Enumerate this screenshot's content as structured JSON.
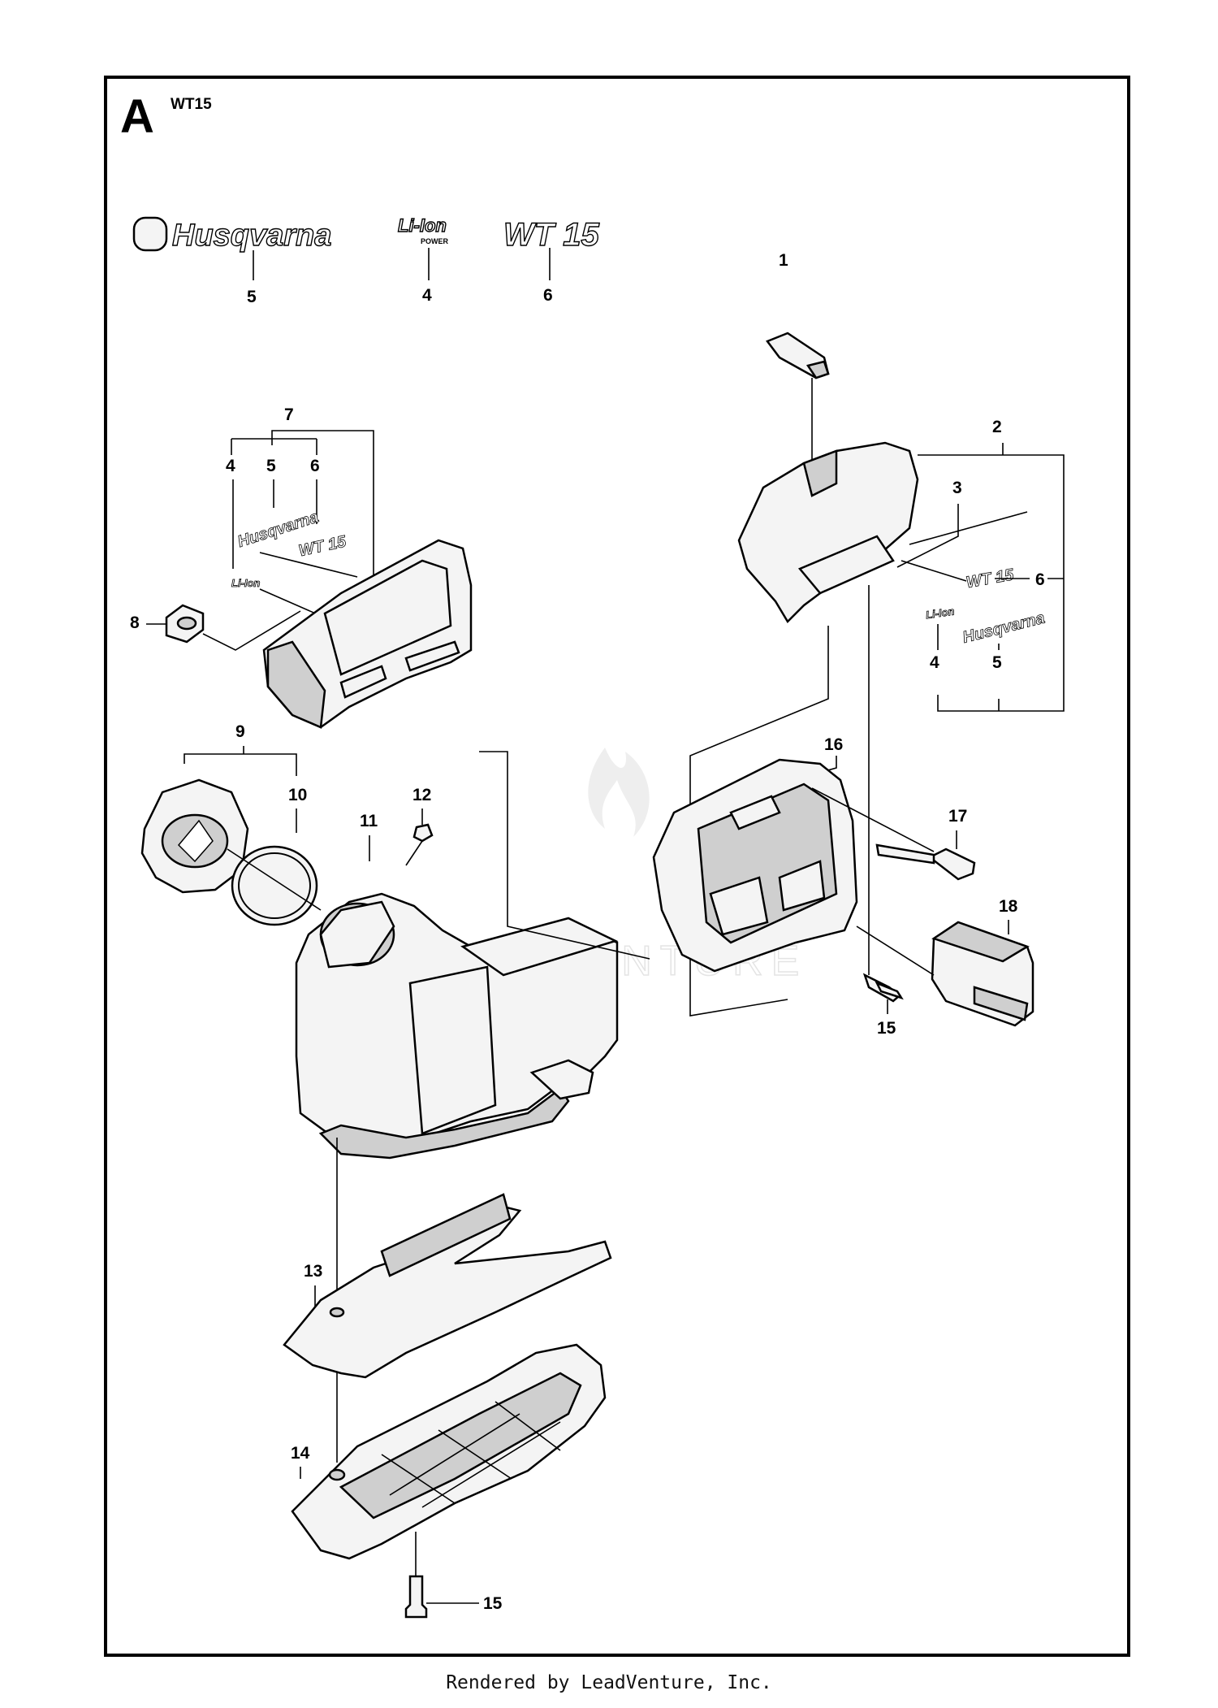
{
  "section_letter": "A",
  "model": "WT15",
  "footer": "Rendered by LeadVenture, Inc.",
  "watermark": "LEADVENTURE",
  "decals": {
    "brand": "Husqvarna",
    "battery_line1": "Li-Ion",
    "battery_line2": "POWER",
    "model_badge": "WT 15",
    "small_li": "Li-Ion"
  },
  "callouts": [
    "1",
    "2",
    "3",
    "4",
    "5",
    "6",
    "7",
    "8",
    "9",
    "10",
    "11",
    "12",
    "13",
    "14",
    "15",
    "16",
    "17",
    "18"
  ],
  "callout_repeats": {
    "top_4": "4",
    "top_5": "5",
    "top_6": "6",
    "left_4": "4",
    "left_5": "5",
    "left_6": "6",
    "right_4": "4",
    "right_5": "5",
    "right_6": "6",
    "mid_15": "15",
    "bottom_15": "15"
  }
}
